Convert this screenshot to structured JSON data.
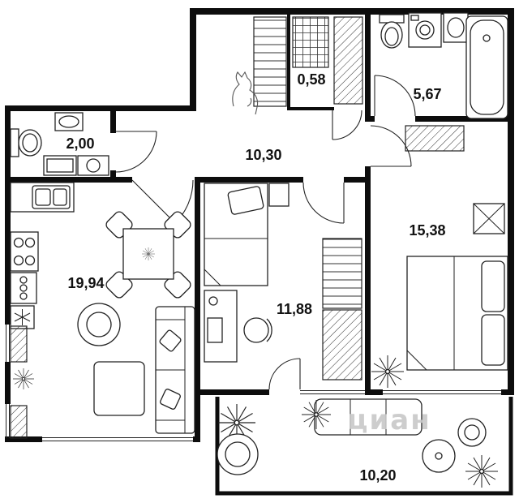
{
  "plan": {
    "watermark_text": "циан",
    "rooms": [
      {
        "id": "wc",
        "area": "2,00"
      },
      {
        "id": "storage",
        "area": "0,58"
      },
      {
        "id": "hallway",
        "area": "10,30"
      },
      {
        "id": "bathroom",
        "area": "5,67"
      },
      {
        "id": "bedroom",
        "area": "15,38"
      },
      {
        "id": "living-kitchen",
        "area": "19,94"
      },
      {
        "id": "kids-room",
        "area": "11,88"
      },
      {
        "id": "balcony",
        "area": "10,20"
      }
    ],
    "colors": {
      "wall": "#0d0d0d",
      "line": "#222222",
      "watermark": "#c8c8c8",
      "bg": "#ffffff"
    }
  }
}
